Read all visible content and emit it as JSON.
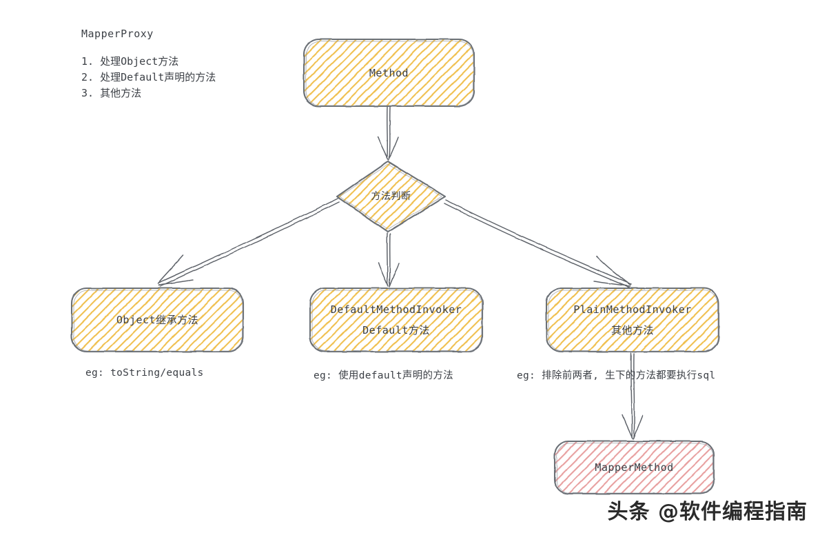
{
  "legend": {
    "title": "MapperProxy",
    "items": [
      "1. 处理Object方法",
      "2. 处理Default声明的方法",
      "3. 其他方法"
    ]
  },
  "nodes": {
    "method": {
      "label": "Method"
    },
    "decision": {
      "label": "方法判断"
    },
    "object_branch": {
      "label": "Object继承方法"
    },
    "default_branch": {
      "line1": "DefaultMethodInvoker",
      "line2": "Default方法"
    },
    "plain_branch": {
      "line1": "PlainMethodInvoker",
      "line2": "其他方法"
    },
    "mapper_method": {
      "label": "MapperMethod"
    }
  },
  "captions": {
    "object_eg": "eg: toString/equals",
    "default_eg": "eg: 使用default声明的方法",
    "plain_eg": "eg: 排除前两者, 生下的方法都要执行sql"
  },
  "watermark": {
    "text": "头条 @软件编程指南"
  },
  "colors": {
    "amber_fill": "#f0c050",
    "pink_fill": "#e8a0a0",
    "stroke": "#6b6f76",
    "text": "#3b3f45",
    "background": "#ffffff"
  }
}
